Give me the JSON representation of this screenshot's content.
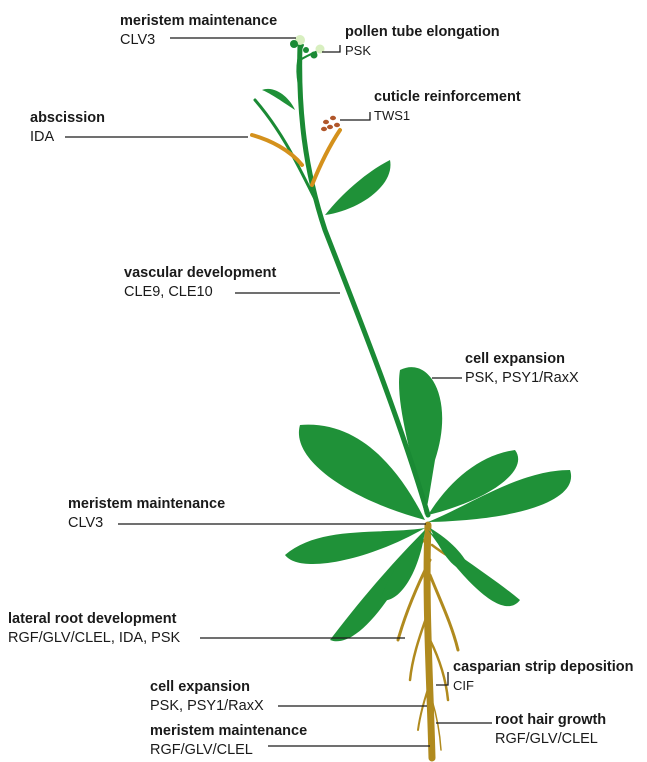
{
  "colors": {
    "leaf": "#1f9138",
    "stem": "#1a8a34",
    "root": "#b08a1e",
    "silique": "#d4911c",
    "seed": "#b0562a",
    "flower": "#d8efc0",
    "leader": "#1a1a1a"
  },
  "annotations": [
    {
      "id": "meristem-top",
      "title": "meristem maintenance",
      "peptides": "CLV3"
    },
    {
      "id": "pollen-tube",
      "title": "pollen tube elongation",
      "peptides": "PSK"
    },
    {
      "id": "cuticle",
      "title": "cuticle reinforcement",
      "peptides": "TWS1"
    },
    {
      "id": "abscission",
      "title": "abscission",
      "peptides": "IDA"
    },
    {
      "id": "vascular",
      "title": "vascular development",
      "peptides": "CLE9, CLE10"
    },
    {
      "id": "cell-expansion-leaf",
      "title": "cell expansion",
      "peptides": "PSK, PSY1/RaxX"
    },
    {
      "id": "meristem-shoot",
      "title": "meristem maintenance",
      "peptides": "CLV3"
    },
    {
      "id": "lateral-root",
      "title": "lateral root development",
      "peptides": "RGF/GLV/CLEL, IDA, PSK"
    },
    {
      "id": "casparian",
      "title": "casparian strip deposition",
      "peptides": "CIF"
    },
    {
      "id": "cell-expansion-root",
      "title": "cell expansion",
      "peptides": "PSK, PSY1/RaxX"
    },
    {
      "id": "root-hair",
      "title": "root hair growth",
      "peptides": "RGF/GLV/CLEL"
    },
    {
      "id": "meristem-root",
      "title": "meristem maintenance",
      "peptides": "RGF/GLV/CLEL"
    }
  ]
}
